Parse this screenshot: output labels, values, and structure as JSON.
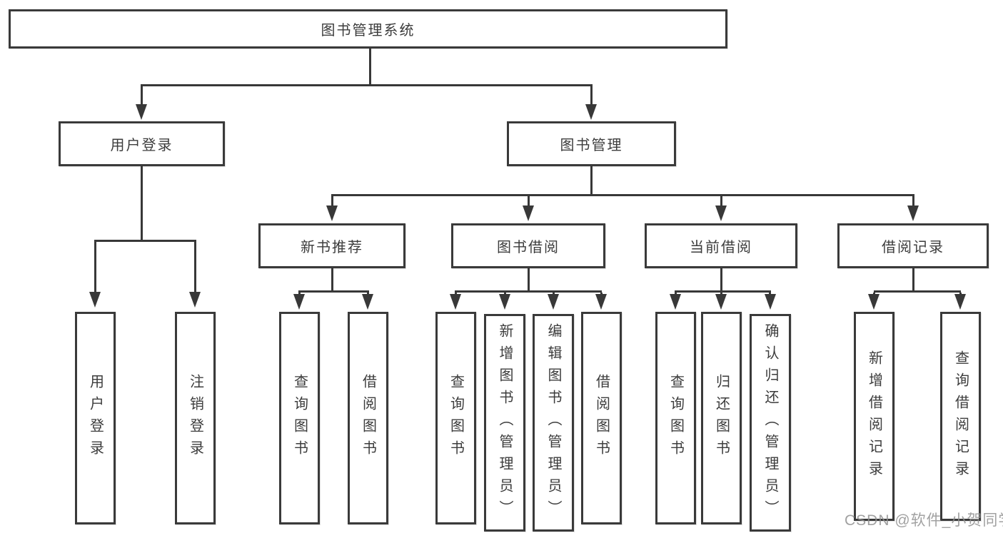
{
  "diagram": {
    "root": "图书管理系统",
    "branches": [
      {
        "label": "用户登录",
        "children": [
          "用户登录",
          "注销登录"
        ]
      },
      {
        "label": "图书管理",
        "children": [
          {
            "label": "新书推荐",
            "children": [
              "查询图书",
              "借阅图书"
            ]
          },
          {
            "label": "图书借阅",
            "children": [
              "查询图书",
              "新增图书（管理员）",
              "编辑图书（管理员）",
              "借阅图书"
            ]
          },
          {
            "label": "当前借阅",
            "children": [
              "查询图书",
              "归还图书",
              "确认归还（管理员）"
            ]
          },
          {
            "label": "借阅记录",
            "children": [
              "新增借阅记录",
              "查询借阅记录"
            ]
          }
        ]
      }
    ]
  },
  "watermark": "CSDN @软件_小贺同学",
  "colors": {
    "line": "#383838",
    "border": "#3a3a3a",
    "text": "#3c3c3c",
    "background": "#ffffff",
    "watermark": "#919191"
  }
}
